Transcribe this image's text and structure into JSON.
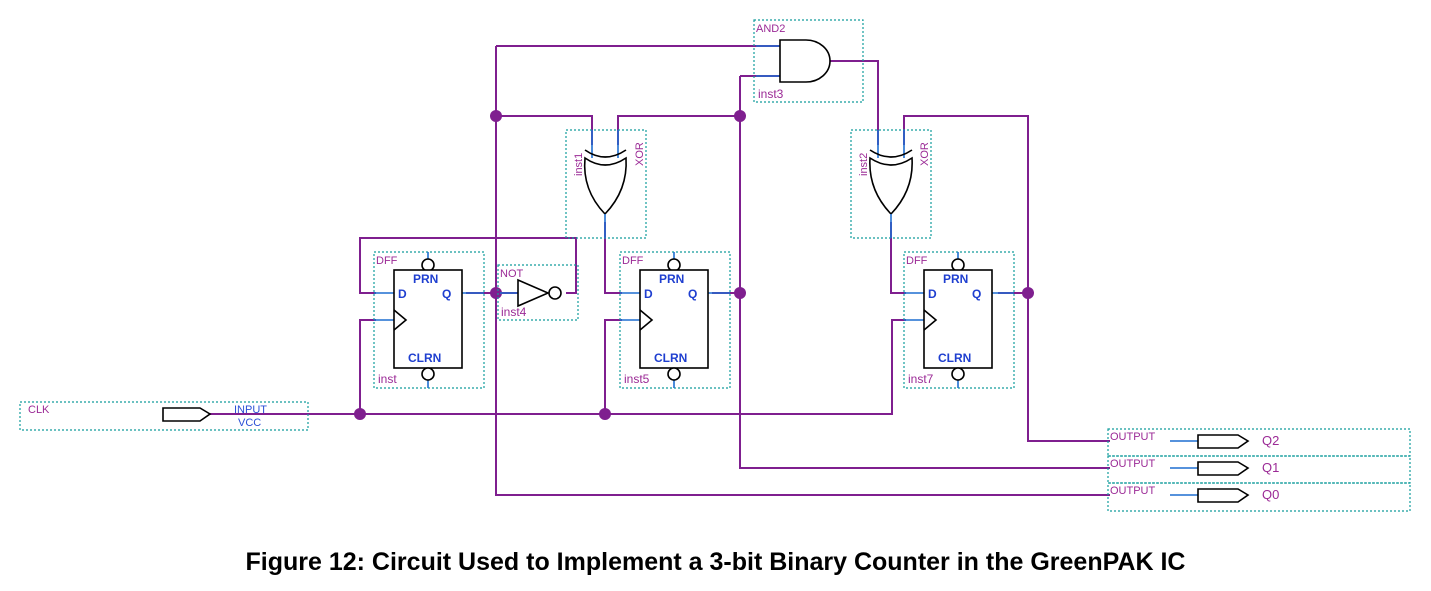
{
  "schematic": {
    "input": {
      "name": "CLK",
      "type": "INPUT",
      "sub": "VCC"
    },
    "and_gate": {
      "type": "AND2",
      "inst": "inst3"
    },
    "xor1": {
      "type": "XOR",
      "inst": "inst1"
    },
    "xor2": {
      "type": "XOR",
      "inst": "inst2"
    },
    "not_gate": {
      "type": "NOT",
      "inst": "inst4"
    },
    "dff1": {
      "type": "DFF",
      "inst": "inst",
      "prn": "PRN",
      "d": "D",
      "q": "Q",
      "clrn": "CLRN"
    },
    "dff2": {
      "type": "DFF",
      "inst": "inst5",
      "prn": "PRN",
      "d": "D",
      "q": "Q",
      "clrn": "CLRN"
    },
    "dff3": {
      "type": "DFF",
      "inst": "inst7",
      "prn": "PRN",
      "d": "D",
      "q": "Q",
      "clrn": "CLRN"
    },
    "outputs": [
      {
        "type": "OUTPUT",
        "name": "Q2"
      },
      {
        "type": "OUTPUT",
        "name": "Q1"
      },
      {
        "type": "OUTPUT",
        "name": "Q0"
      }
    ]
  },
  "caption": "Figure 12: Circuit Used to Implement a 3-bit Binary Counter in the GreenPAK IC"
}
